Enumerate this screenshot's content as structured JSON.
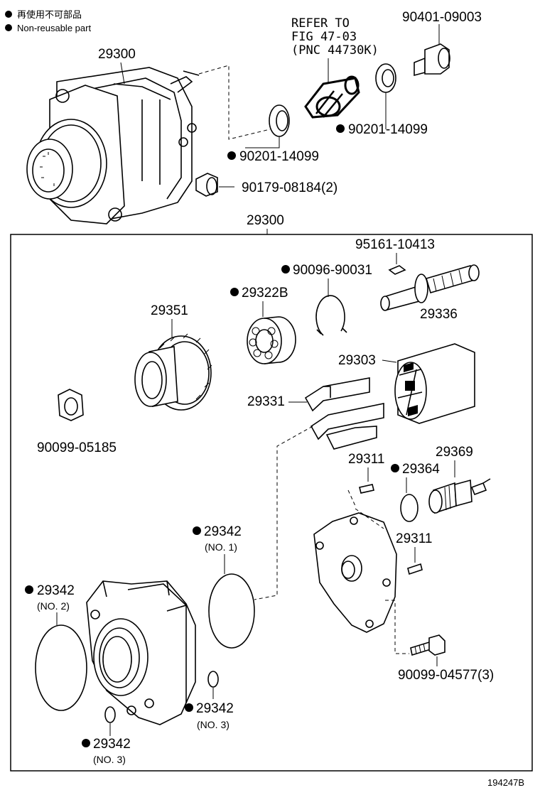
{
  "legend": {
    "jp_text": "再使用不可部品",
    "en_text": "Non-reusable part"
  },
  "refer": {
    "line1": "REFER TO",
    "line2": "FIG 47-03",
    "line3": "(PNC 44730K)"
  },
  "assembly_top": {
    "label": "29300"
  },
  "assembly_box": {
    "label": "29300"
  },
  "parts": {
    "p90401": "90401-09003",
    "p90201a": "90201-14099",
    "p90201b": "90201-14099",
    "p90179": "90179-08184(2)",
    "p95161": "95161-10413",
    "p90096": "90096-90031",
    "p29322B": "29322B",
    "p29351": "29351",
    "p29336": "29336",
    "p29303": "29303",
    "p29331": "29331",
    "p90099a": "90099-05185",
    "p29311a": "29311",
    "p29364": "29364",
    "p29369": "29369",
    "p29311b": "29311",
    "p29342_1": "29342",
    "p29342_1n": "(NO. 1)",
    "p29342_2": "29342",
    "p29342_2n": "(NO. 2)",
    "p29342_3a": "29342",
    "p29342_3an": "(NO. 3)",
    "p29342_3b": "29342",
    "p29342_3bn": "(NO. 3)",
    "p90099b": "90099-04577(3)"
  },
  "figure_code": "194247B"
}
